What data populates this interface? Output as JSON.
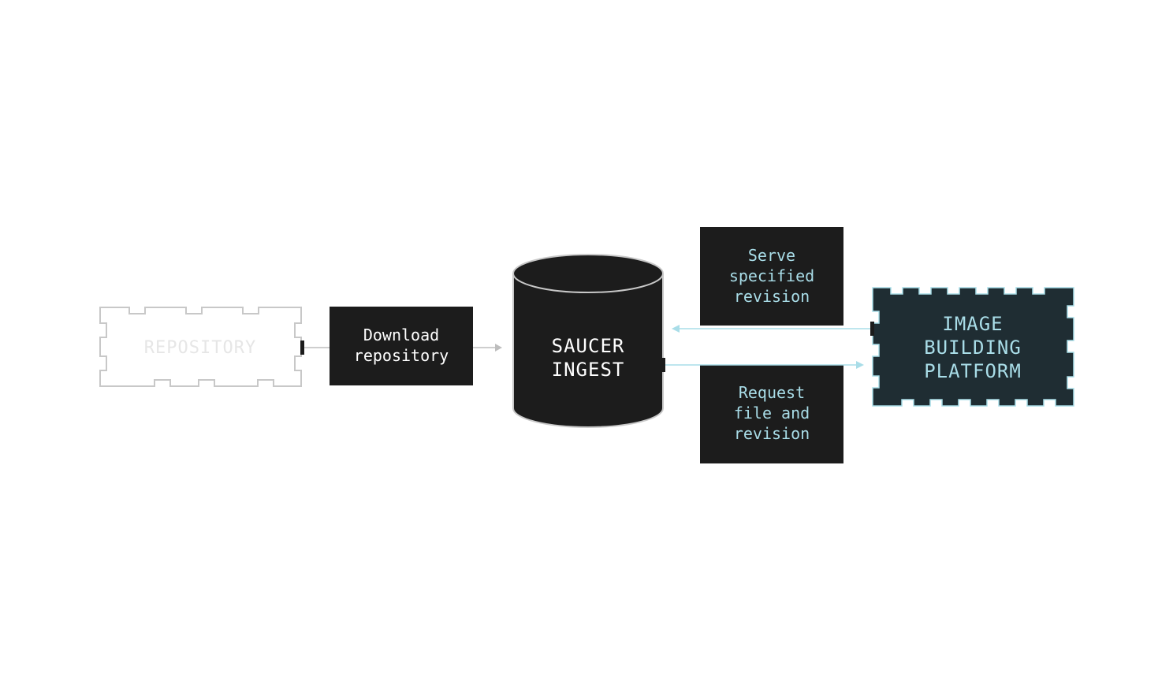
{
  "nodes": {
    "repository": {
      "label": "REPOSITORY"
    },
    "download": {
      "lines": [
        "Download",
        "repository"
      ]
    },
    "saucer": {
      "lines": [
        "SAUCER",
        "INGEST"
      ]
    },
    "serve": {
      "lines": [
        "Serve",
        "specified",
        "revision"
      ]
    },
    "request": {
      "lines": [
        "Request",
        "file and",
        "revision"
      ]
    },
    "platform": {
      "lines": [
        "IMAGE",
        "BUILDING",
        "PLATFORM"
      ]
    }
  },
  "colors": {
    "background": "#ffffff",
    "box_fill": "#1c1c1c",
    "box_text": "#ffffff",
    "accent_text": "#a9dde8",
    "accent_line": "#a9dde8",
    "platform_fill": "#1f2d33",
    "faded_outline": "#c8c8c8",
    "faded_text": "#e6e6e6",
    "gray_arrow": "#bdbdbd"
  }
}
